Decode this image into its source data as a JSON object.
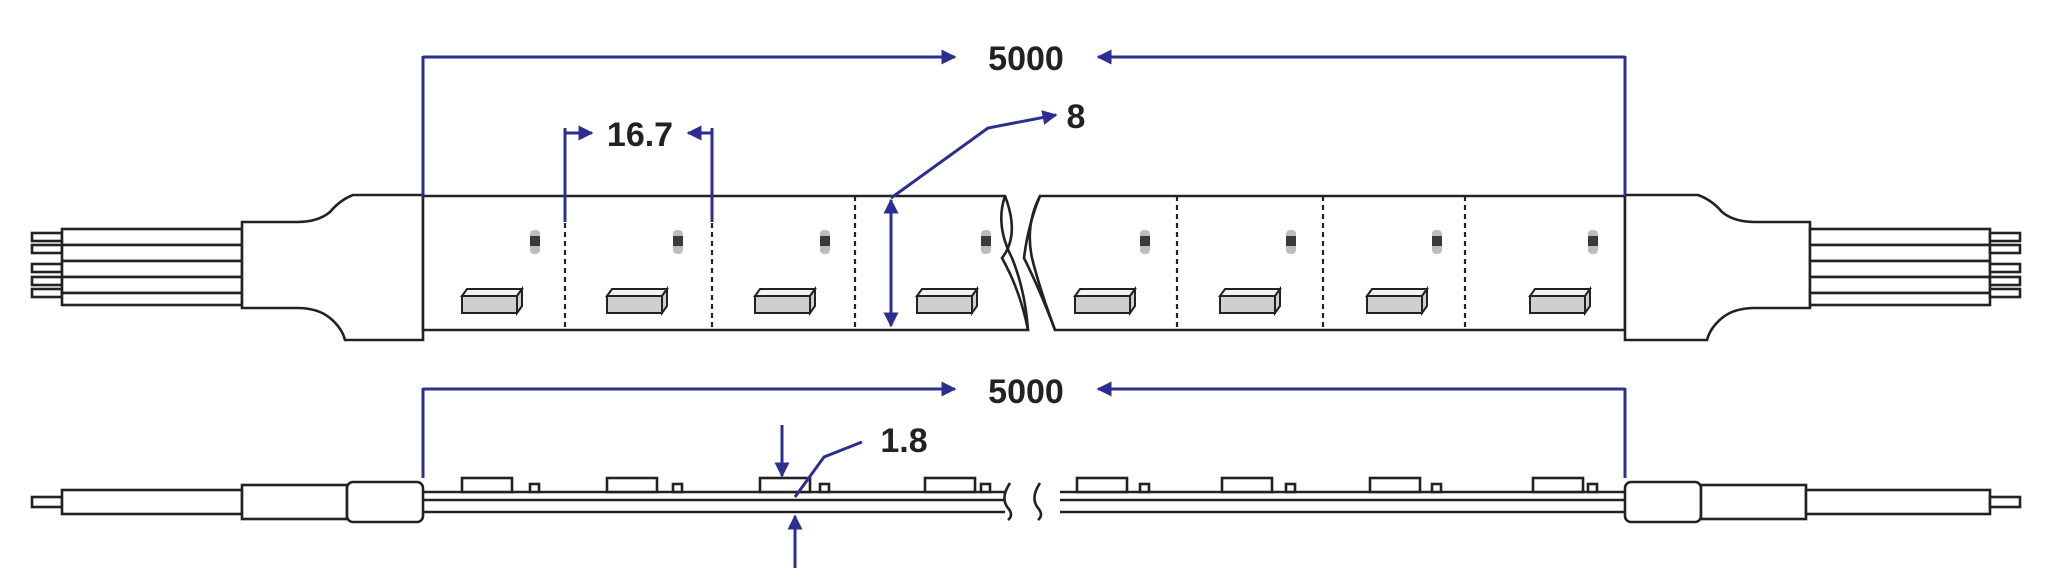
{
  "colors": {
    "outline": "#222222",
    "dimension": "#2b2f8f",
    "background": "#ffffff"
  },
  "dimensions": {
    "length_top": "5000",
    "segment_pitch": "16.7",
    "width": "8",
    "length_side": "5000",
    "thickness": "1.8"
  }
}
